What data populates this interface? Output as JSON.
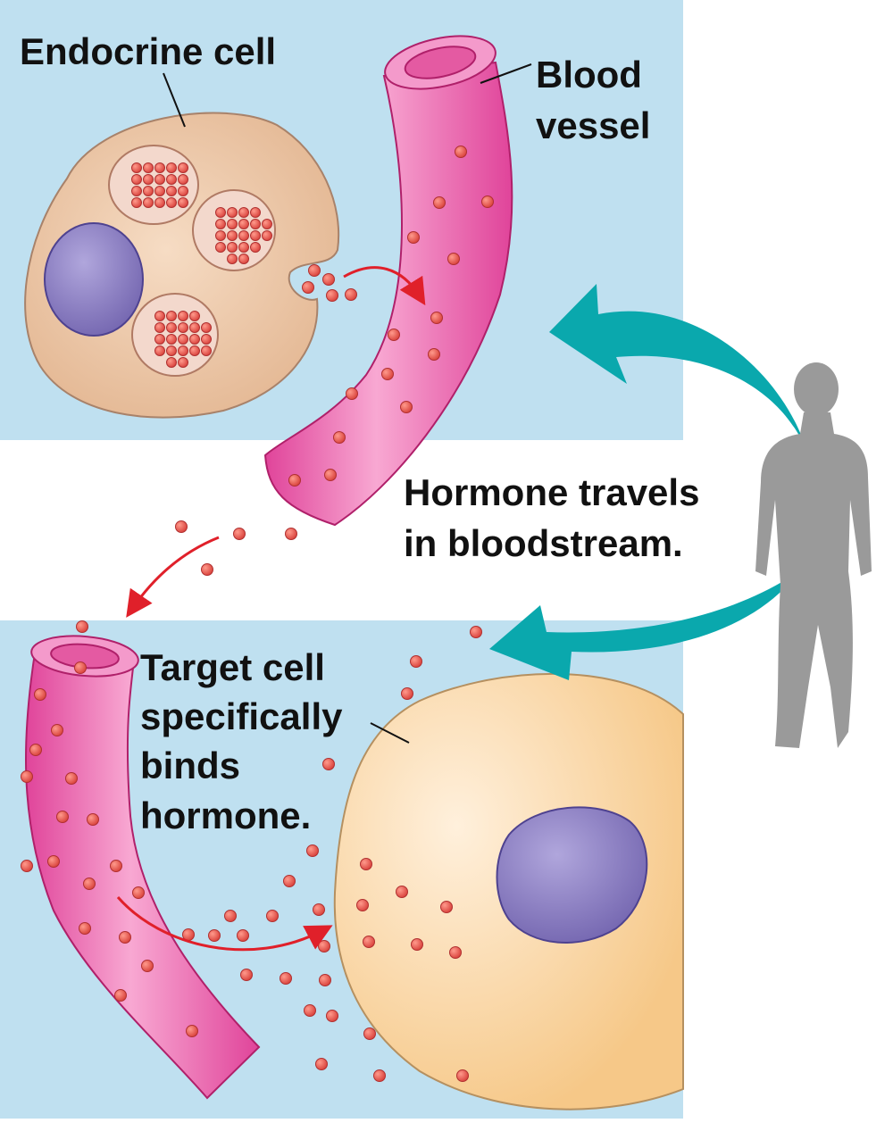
{
  "labels": {
    "endocrine_cell": "Endocrine cell",
    "blood_vessel": [
      "Blood",
      "vessel"
    ],
    "hormone_travels": [
      "Hormone travels",
      "in bloodstream."
    ],
    "target_cell": [
      "Target cell",
      "specifically",
      "binds",
      "hormone."
    ]
  },
  "colors": {
    "panel_background": "#bfe0f0",
    "vessel_pink": "#f07fb8",
    "hormone_dot": "#e0504a",
    "endocrine_cell": "#ecc8a8",
    "target_cell": "#fbd9a8",
    "nucleus": "#8f82c4",
    "teal_arrow": "#0aa8ad",
    "red_arrow": "#e0202a",
    "silhouette": "#9a9a9a"
  },
  "icons": {
    "person": "human-silhouette-icon",
    "arrow": "curved-arrow-icon"
  }
}
